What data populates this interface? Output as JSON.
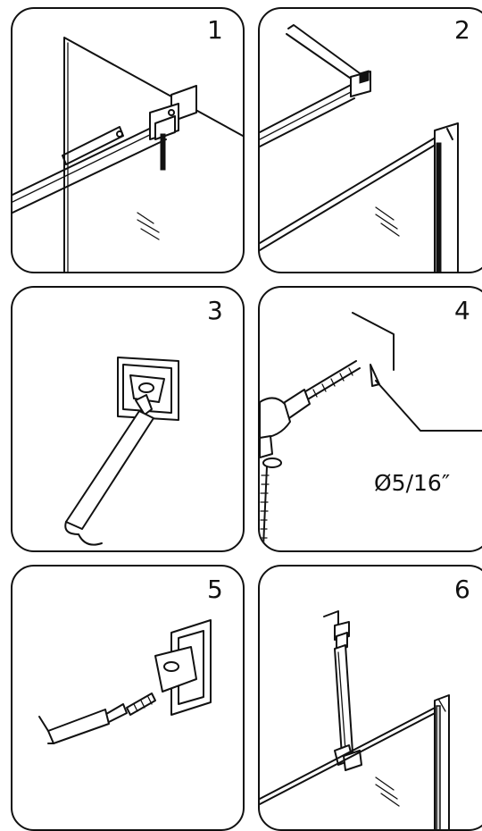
{
  "steps": [
    {
      "number": "1"
    },
    {
      "number": "2"
    },
    {
      "number": "3"
    },
    {
      "number": "4",
      "drill_bit_size": "Ø5/16″"
    },
    {
      "number": "5"
    },
    {
      "number": "6"
    }
  ]
}
